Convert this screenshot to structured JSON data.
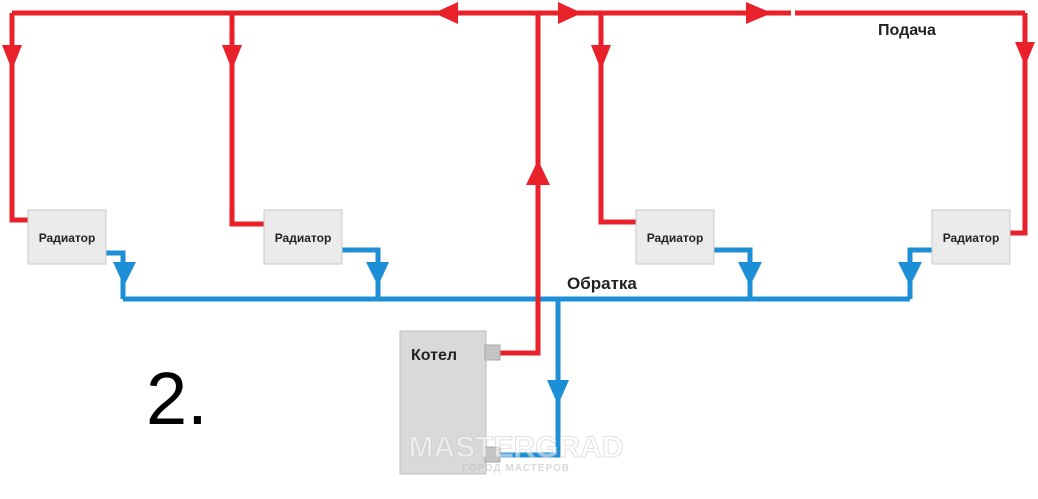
{
  "labels": {
    "supply": "Подача",
    "return": "Обратка",
    "boiler": "Котел",
    "radiator": "Радиатор",
    "figure_number": "2."
  },
  "watermark": {
    "brand": "MASTERGRAD",
    "tagline": "ГОРОД МАСТЕРОВ"
  },
  "colors": {
    "supply": "#e8212b",
    "return": "#1c8fd6",
    "radiator_fill": "#ebebeb",
    "boiler_fill": "#d9d9d9",
    "text": "#222222"
  }
}
